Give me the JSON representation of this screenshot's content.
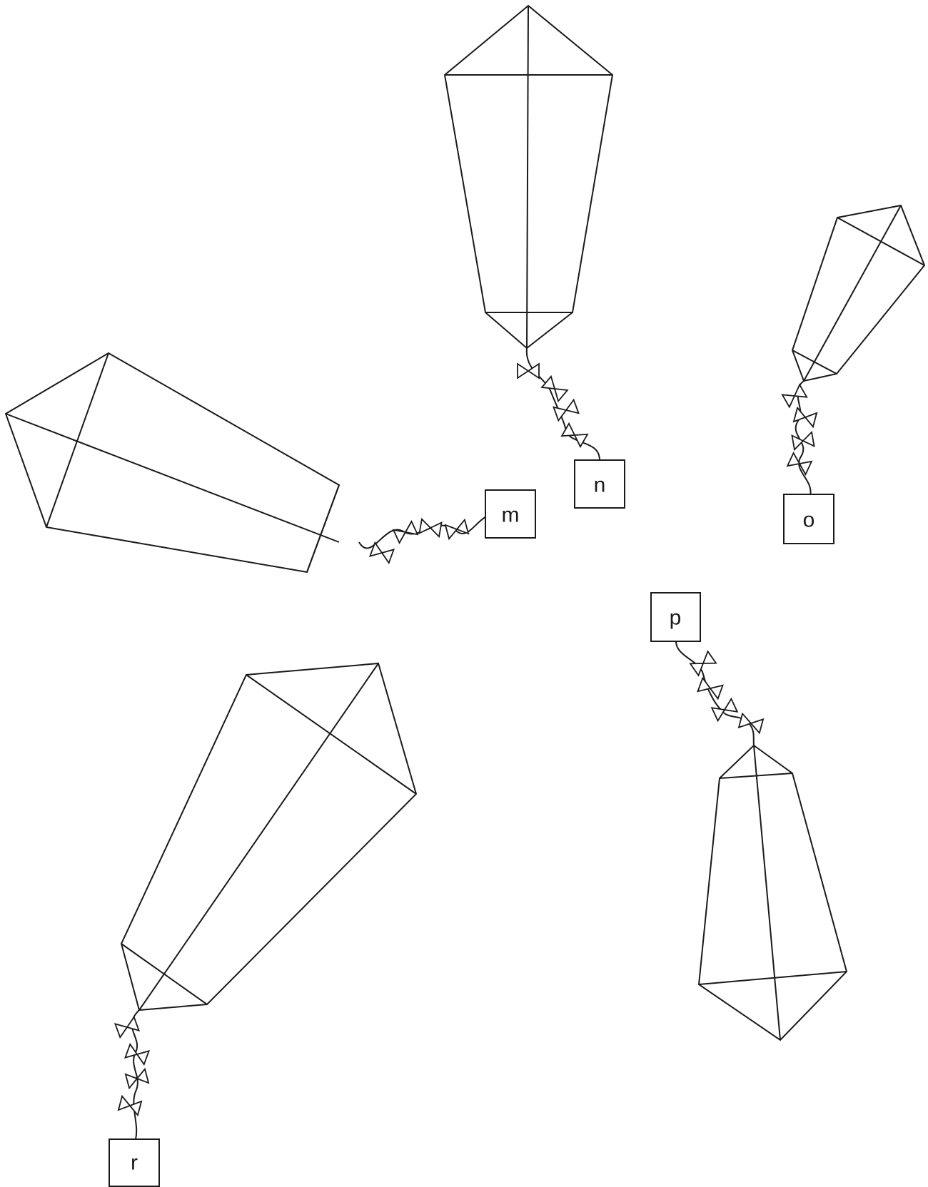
{
  "kites": [
    {
      "label": "m"
    },
    {
      "label": "n"
    },
    {
      "label": "o"
    },
    {
      "label": "p"
    },
    {
      "label": "r"
    }
  ]
}
